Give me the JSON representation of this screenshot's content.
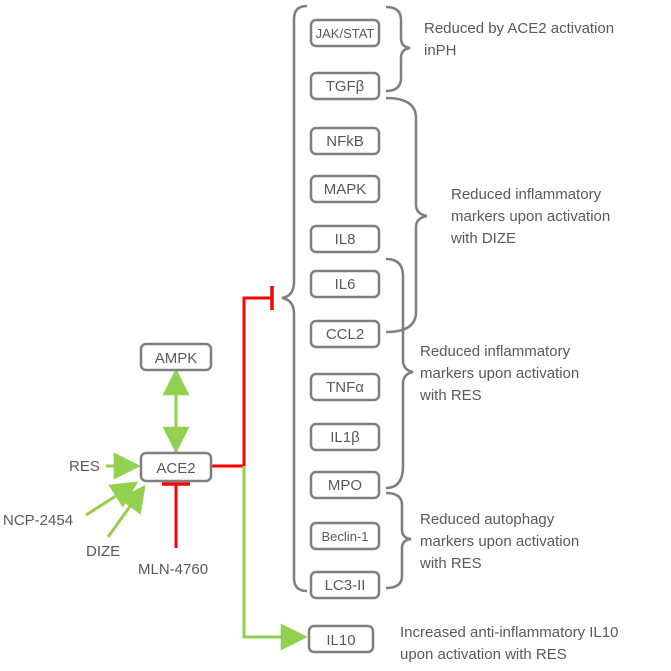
{
  "nodes": {
    "ampk": "AMPK",
    "ace2": "ACE2",
    "res": "RES",
    "ncp2454": "NCP-2454",
    "dize": "DIZE",
    "mln4760": "MLN-4760",
    "il10": "IL10"
  },
  "markers": [
    {
      "id": "jak-stat",
      "label": "JAK/STAT"
    },
    {
      "id": "tgfb",
      "label": "TGFβ"
    },
    {
      "id": "nfkb",
      "label": "NFkB"
    },
    {
      "id": "mapk",
      "label": "MAPK"
    },
    {
      "id": "il8",
      "label": "IL8"
    },
    {
      "id": "il6",
      "label": "IL6"
    },
    {
      "id": "ccl2",
      "label": "CCL2"
    },
    {
      "id": "tnfa",
      "label": "TNFα"
    },
    {
      "id": "il1b",
      "label": "IL1β"
    },
    {
      "id": "mpo",
      "label": "MPO"
    },
    {
      "id": "beclin1",
      "label": "Beclin-1"
    },
    {
      "id": "lc3ii",
      "label": "LC3-II"
    }
  ],
  "annotations": {
    "ace2_ph": [
      "Reduced by ACE2 activation",
      "inPH"
    ],
    "dize_inflammatory": [
      "Reduced inflammatory",
      "markers upon activation",
      "with DIZE"
    ],
    "res_inflammatory": [
      "Reduced inflammatory",
      "markers upon activation",
      "with RES"
    ],
    "res_autophagy": [
      "Reduced autophagy",
      "markers upon activation",
      "with RES"
    ],
    "il10_note": [
      "Increased anti-inflammatory IL10",
      "upon activation with RES"
    ]
  },
  "colors": {
    "activation": "#92d050",
    "inhibition": "#ff0000",
    "box_stroke": "#7f7f7f",
    "text": "#595959"
  }
}
